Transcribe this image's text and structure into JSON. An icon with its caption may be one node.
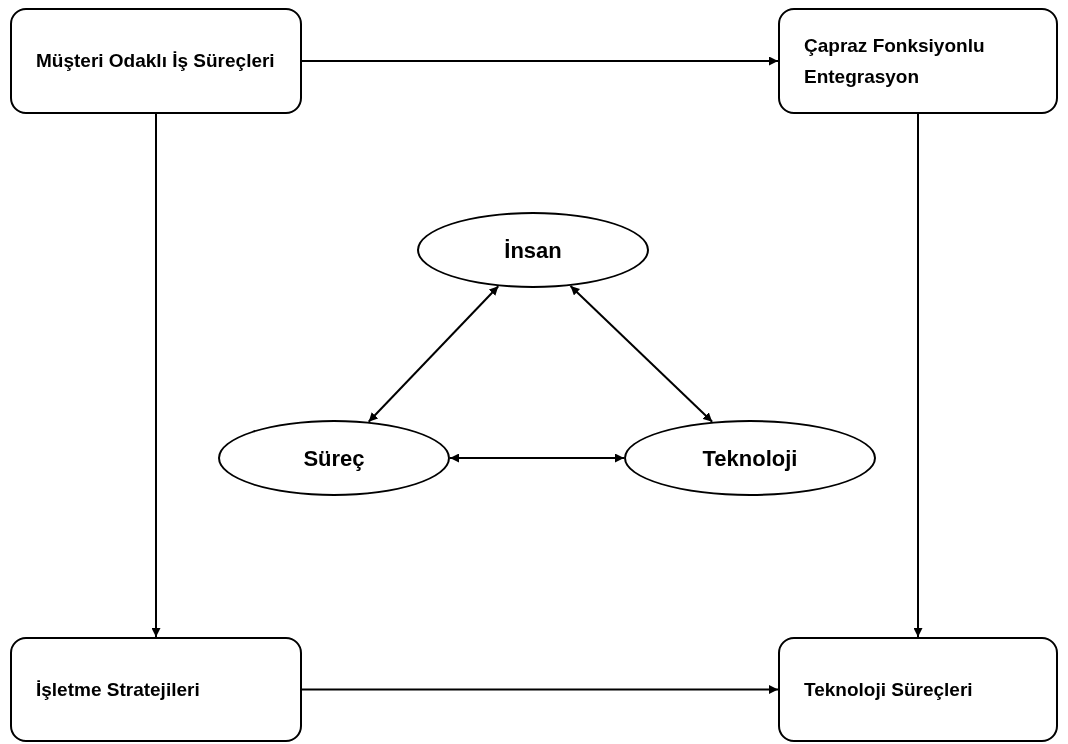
{
  "diagram": {
    "nodes": [
      {
        "text": [
          "Müşteri Odaklı İş Süreçleri"
        ]
      },
      {
        "text": [
          "Çapraz Fonksiyonlu Entegrasyon"
        ]
      },
      {
        "text": [
          "İnsan"
        ]
      },
      {
        "text": [
          "Süreç"
        ]
      },
      {
        "text": [
          "Teknoloji"
        ]
      },
      {
        "text": [
          "İşletme Stratejileri"
        ]
      },
      {
        "text": [
          "Teknoloji Süreçleri"
        ]
      }
    ],
    "edges": [
      {
        "from": 0,
        "to": 1,
        "arrow": "to"
      },
      {
        "from": 0,
        "to": 5,
        "arrow": "to"
      },
      {
        "from": 1,
        "to": 6,
        "arrow": "to"
      },
      {
        "from": 5,
        "to": 6,
        "arrow": "to"
      },
      {
        "from": 2,
        "to": 3,
        "arrow": "both"
      },
      {
        "from": 2,
        "to": 4,
        "arrow": "both"
      },
      {
        "from": 3,
        "to": 4,
        "arrow": "both"
      }
    ]
  }
}
